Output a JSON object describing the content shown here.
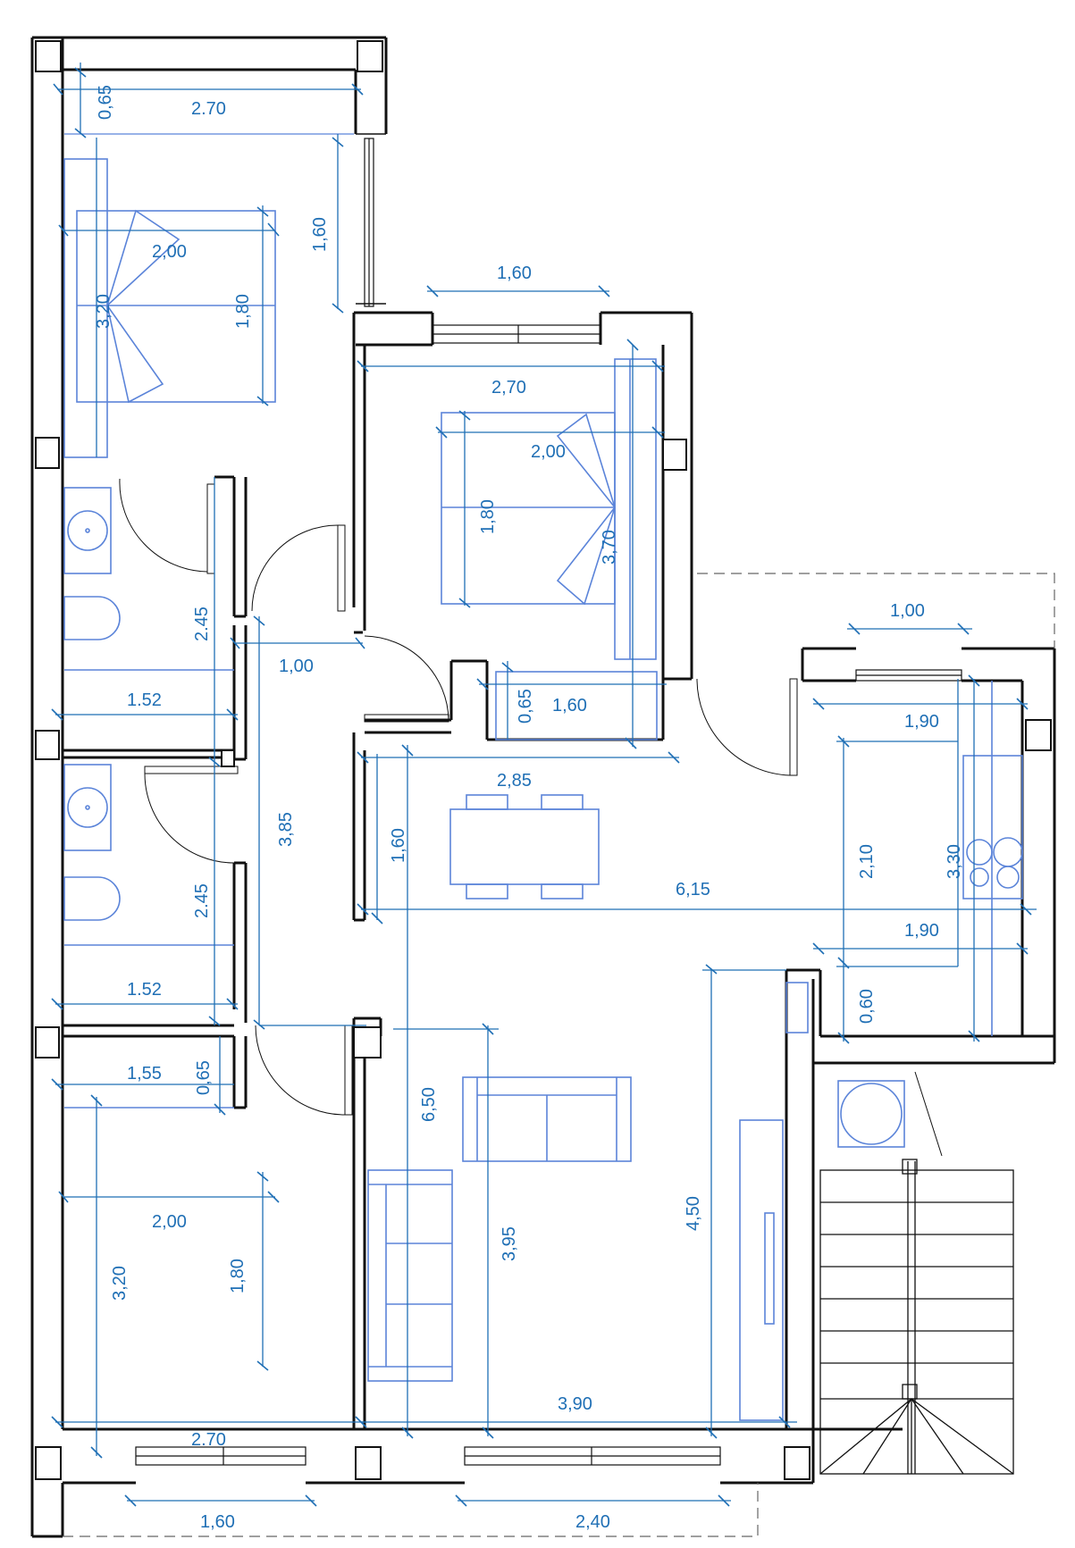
{
  "colors": {
    "walls": "#111111",
    "dimensions": "#1f6fb5",
    "furniture": "#5b84d9",
    "background": "#ffffff"
  },
  "dimensions": {
    "bed1_top": "0,65",
    "bed1_width": "2.70",
    "bed1_window": "1,60",
    "bed1_length": "3,20",
    "bed1_bed_len": "2,00",
    "bed1_bed_w": "1,80",
    "bath1_len": "2.45",
    "bath1_w": "1.52",
    "hall_w": "1,00",
    "hall_len": "3,85",
    "bath2_len": "2.45",
    "bath2_w": "1.52",
    "closet_w": "1,55",
    "closet_d": "0,65",
    "bed3_bed_len": "2,00",
    "bed3_len": "3,20",
    "bed3_bed_w": "1,80",
    "bed3_width": "2.70",
    "bed3_window": "1,60",
    "bed2_window": "1,60",
    "bed2_width": "2,70",
    "bed2_bed_len": "2,00",
    "bed2_bed_w": "1,80",
    "bed2_len": "3,70",
    "bed2_closet_d": "0,65",
    "bed2_closet_w": "1,60",
    "dining_w": "2,85",
    "dining_d": "1,60",
    "living_total": "6,15",
    "living_len": "6,50",
    "living_sofa": "3,95",
    "living_wall": "4,50",
    "living_width": "3,90",
    "living_window": "2,40",
    "kitchen_window": "1,00",
    "kitchen_top": "1,90",
    "kitchen_len": "2,10",
    "kitchen_total": "3,30",
    "kitchen_bottom": "1,90",
    "kitchen_gap": "0,60"
  }
}
